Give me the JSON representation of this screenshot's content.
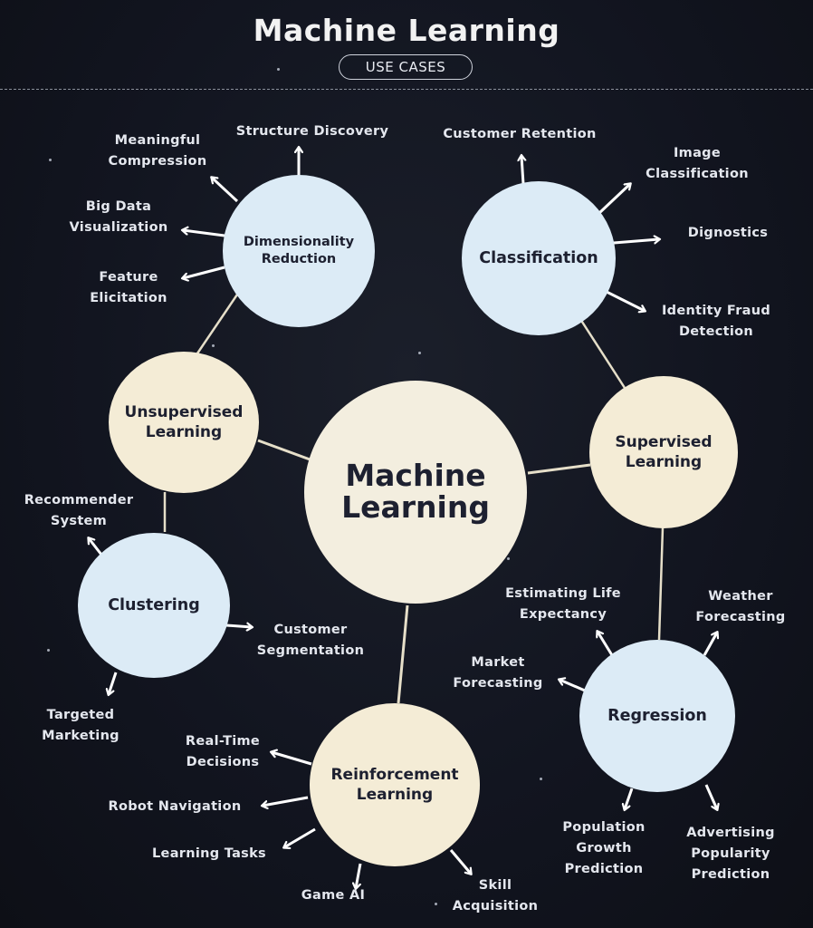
{
  "header": {
    "title": "Machine Learning",
    "subtitle": "USE CASES"
  },
  "center": {
    "label": "Machine Learning"
  },
  "categories": {
    "supervised": {
      "label": "Supervised Learning"
    },
    "unsupervised": {
      "label": "Unsupervised Learning"
    },
    "reinforcement": {
      "label": "Reinforcement Learning"
    }
  },
  "subcategories": {
    "dimensionality": {
      "label": "Dimensionality Reduction",
      "uses": [
        "Structure Discovery",
        "Meaningful\nCompression",
        "Big Data\nVisualization",
        "Feature\nElicitation"
      ]
    },
    "classification": {
      "label": "Classification",
      "uses": [
        "Customer Retention",
        "Image\nClassification",
        "Dignostics",
        "Identity Fraud\nDetection"
      ]
    },
    "clustering": {
      "label": "Clustering",
      "uses": [
        "Recommender\nSystem",
        "Customer\nSegmentation",
        "Targeted\nMarketing"
      ]
    },
    "regression": {
      "label": "Regression",
      "uses": [
        "Estimating Life\nExpectancy",
        "Weather\nForecasting",
        "Market\nForecasting",
        "Population\nGrowth\nPrediction",
        "Advertising\nPopularity\nPrediction"
      ]
    }
  },
  "reinforcement_uses": [
    "Real-Time\nDecisions",
    "Robot Navigation",
    "Learning Tasks",
    "Game AI",
    "Skill\nAcquisition"
  ],
  "colors": {
    "background": "#121520",
    "subcategory_fill": "#dcebf6",
    "category_fill": "#f4ecd6",
    "center_fill": "#f3eedf",
    "connector": "#e6dfc9",
    "arrow": "#ffffff"
  }
}
